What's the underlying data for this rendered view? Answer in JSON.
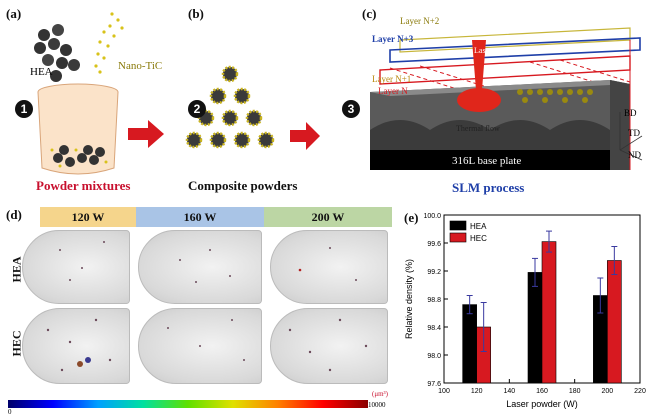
{
  "panel_a": {
    "label": "(a)",
    "hea": "HEA",
    "nano_tic": "Nano-TiC",
    "step": "1",
    "caption": "Powder mixtures"
  },
  "panel_b": {
    "label": "(b)",
    "step": "2",
    "caption": "Composite powders"
  },
  "panel_c": {
    "label": "(c)",
    "step": "3",
    "layer_n2": "Layer N+2",
    "layer_n3": "Layer N+3",
    "layer_n1": "Layer N+1",
    "layer_n": "Layer N",
    "laser": "Laser",
    "thermal_flow": "Thermal flow",
    "base_plate": "316L base plate",
    "bd": "BD",
    "td": "TD",
    "nd": "ND",
    "caption": "SLM process"
  },
  "panel_d": {
    "label": "(d)",
    "headers": [
      "120 W",
      "160 W",
      "200 W"
    ],
    "rows": [
      "HEA",
      "HEC"
    ],
    "colorbar_min": "0",
    "colorbar_max": "10000",
    "colorbar_unit": "(μm³)"
  },
  "panel_e": {
    "label": "(e)"
  },
  "colors": {
    "hea": "#000000",
    "hec": "#d71920",
    "header_120": "#f5d58c",
    "header_160": "#a9c4e6",
    "header_200": "#bcd6a4"
  },
  "chart_data": {
    "type": "bar",
    "xlabel": "Laser powder (W)",
    "ylabel": "Relative density (%)",
    "xlim": [
      100,
      220
    ],
    "ylim": [
      97.6,
      100.0
    ],
    "xticks": [
      "100",
      "120",
      "140",
      "160",
      "180",
      "200",
      "220"
    ],
    "yticks": [
      "97.6",
      "98.0",
      "98.4",
      "98.8",
      "99.2",
      "99.6",
      "100.0"
    ],
    "categories": [
      120,
      160,
      200
    ],
    "series": [
      {
        "name": "HEA",
        "color": "#000000",
        "values": [
          98.72,
          99.18,
          98.85
        ],
        "errors": [
          0.13,
          0.2,
          0.25
        ]
      },
      {
        "name": "HEC",
        "color": "#d71920",
        "values": [
          98.4,
          99.62,
          99.35
        ],
        "errors": [
          0.35,
          0.15,
          0.2
        ]
      }
    ],
    "legend": "top-left"
  }
}
